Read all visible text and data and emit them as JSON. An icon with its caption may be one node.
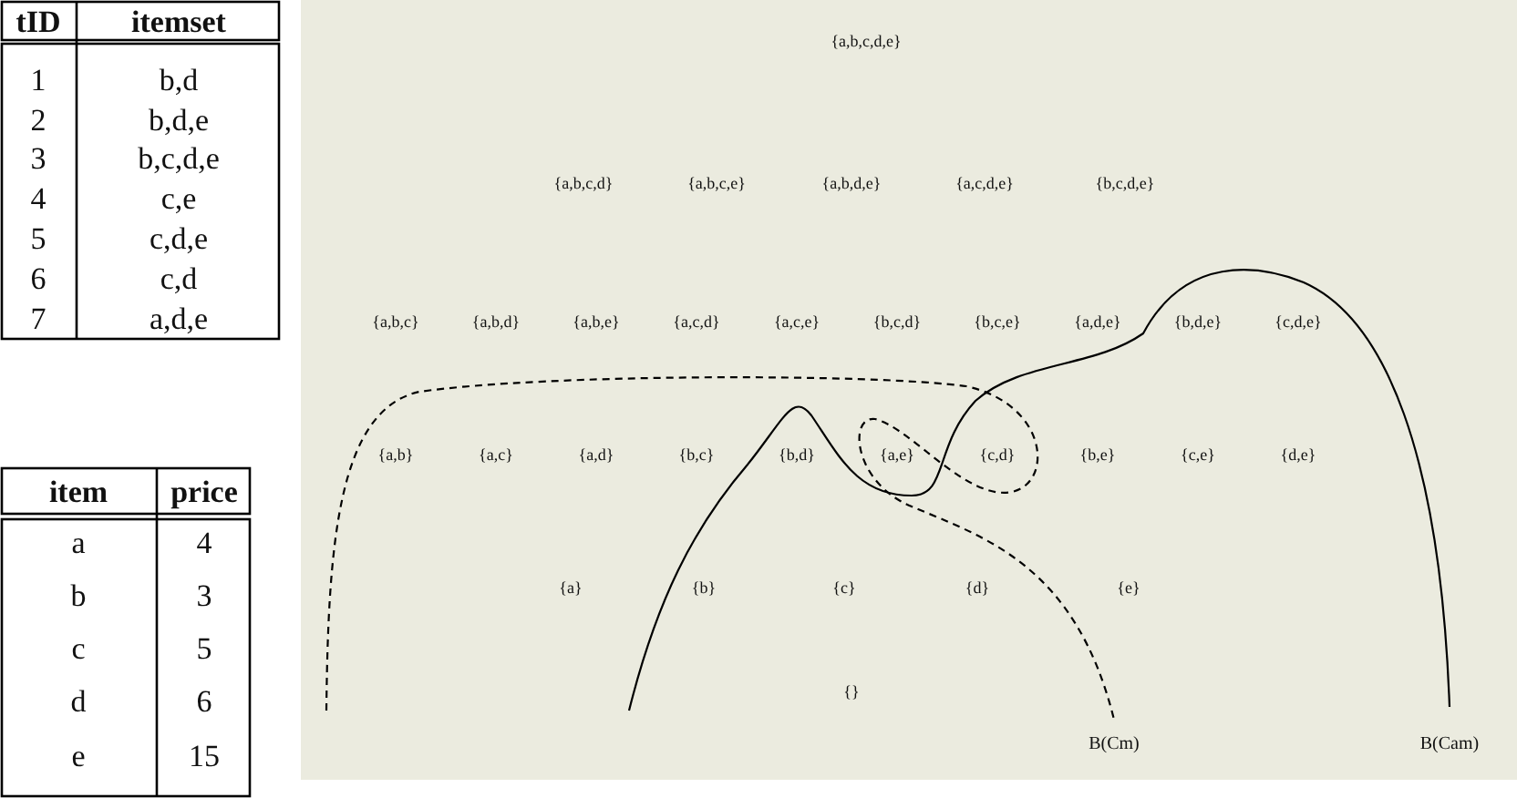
{
  "diagram": {
    "labels": [
      "tID",
      "itemset",
      "1",
      "b,d",
      "2",
      "b,d,e",
      "3",
      "b,c,d,e",
      "4",
      "c,e",
      "5",
      "c,d,e",
      "6",
      "c,d",
      "7",
      "a,d,e",
      "item",
      "price",
      "a",
      "4",
      "b",
      "3",
      "c",
      "5",
      "d",
      "6",
      "e",
      "15",
      "{a,b,c,d,e}",
      "{a,b,c,d}",
      "{a,b,c,e}",
      "{a,b,d,e}",
      "{a,c,d,e}",
      "{b,c,d,e}",
      "{a,b,c}",
      "{a,b,d}",
      "{a,b,e}",
      "{a,c,d}",
      "{a,c,e}",
      "{b,c,d}",
      "{b,c,e}",
      "{a,d,e}",
      "{b,d,e}",
      "{c,d,e}",
      "{a,b}",
      "{a,c}",
      "{a,d}",
      "{b,c}",
      "{b,d}",
      "{a,e}",
      "{c,d}",
      "{b,e}",
      "{c,e}",
      "{d,e}",
      "{a}",
      "{b}",
      "{c}",
      "{d}",
      "{e}",
      "{}",
      "B(Cm)",
      "B(Cam)"
    ]
  }
}
